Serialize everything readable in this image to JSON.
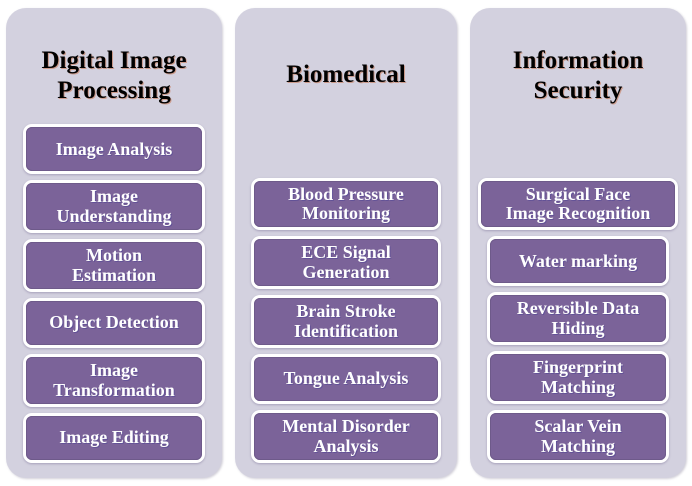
{
  "diagram": {
    "background_color": "#ffffff",
    "panel_color": "#d3d1df",
    "box_color": "#7b6399",
    "box_border_color": "#ffffff",
    "box_text_color": "#ffffff",
    "title_color": "#000000",
    "columns": [
      {
        "id": "digital-image-processing",
        "title": "Digital Image\nProcessing",
        "items": [
          {
            "label": "Image Analysis"
          },
          {
            "label": "Image\nUnderstanding"
          },
          {
            "label": "Motion\nEstimation"
          },
          {
            "label": "Object Detection"
          },
          {
            "label": "Image\nTransformation"
          },
          {
            "label": "Image Editing"
          }
        ]
      },
      {
        "id": "biomedical",
        "title": "Biomedical",
        "items": [
          {
            "label": "Blood Pressure\nMonitoring"
          },
          {
            "label": "ECE Signal\nGeneration"
          },
          {
            "label": "Brain Stroke\nIdentification"
          },
          {
            "label": "Tongue Analysis"
          },
          {
            "label": "Mental Disorder\nAnalysis"
          }
        ]
      },
      {
        "id": "information-security",
        "title": "Information\nSecurity",
        "items": [
          {
            "label": "Surgical Face\nImage Recognition",
            "wide": true
          },
          {
            "label": "Water marking"
          },
          {
            "label": "Reversible Data\nHiding"
          },
          {
            "label": "Fingerprint\nMatching"
          },
          {
            "label": "Scalar Vein\nMatching"
          }
        ]
      }
    ]
  }
}
